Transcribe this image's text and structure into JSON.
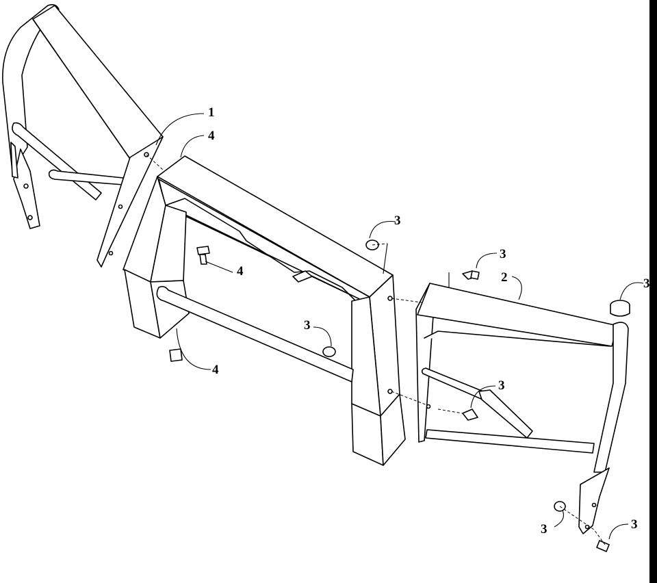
{
  "diagram": {
    "callouts": [
      {
        "id": "c1",
        "label": "1"
      },
      {
        "id": "c4a",
        "label": "4"
      },
      {
        "id": "c4b",
        "label": "4"
      },
      {
        "id": "c4c",
        "label": "4"
      },
      {
        "id": "c3a",
        "label": "3"
      },
      {
        "id": "c3b",
        "label": "3"
      },
      {
        "id": "c2",
        "label": "2"
      },
      {
        "id": "c3c",
        "label": "3"
      },
      {
        "id": "c3d",
        "label": "3"
      },
      {
        "id": "c3e",
        "label": "3"
      },
      {
        "id": "c3f",
        "label": "3"
      },
      {
        "id": "c3g",
        "label": "3"
      }
    ]
  }
}
